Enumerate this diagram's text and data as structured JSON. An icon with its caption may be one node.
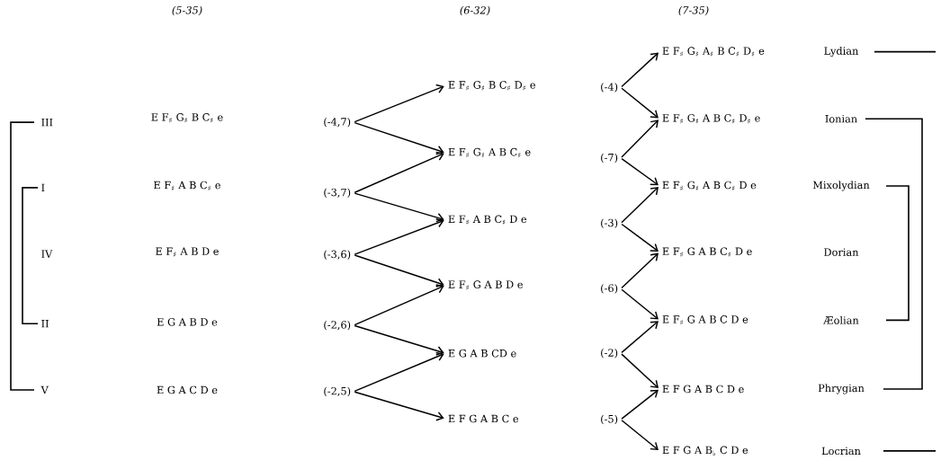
{
  "diagram": {
    "nodes": [
      {
        "text": [
          "(-4,7)"
        ]
      },
      {
        "text": [
          "(-3,7)"
        ]
      },
      {
        "text": [
          "(-3,6)"
        ]
      },
      {
        "text": [
          "(-2,6)"
        ]
      },
      {
        "text": [
          "(-2,5)"
        ]
      },
      {
        "text": [
          "E F$_{♯}$ G$_{♯}$ B C$_{♯}$ D$_{♯}$ e"
        ]
      },
      {
        "text": [
          "E F$_{♯}$ G$_{♯}$ A B C$_{♯}$ e"
        ]
      },
      {
        "text": [
          "E F$_{♯}$ A B C$_{♯}$ D e"
        ]
      },
      {
        "text": [
          "E F$_{♯}$ G A B D e"
        ]
      },
      {
        "text": [
          "E G A B CD e"
        ]
      },
      {
        "text": [
          "E F G A B C e"
        ]
      },
      {
        "text": [
          "(-4)"
        ]
      },
      {
        "text": [
          "(-7)"
        ]
      },
      {
        "text": [
          "(-3)"
        ]
      },
      {
        "text": [
          "(-6)"
        ]
      },
      {
        "text": [
          "(-2)"
        ]
      },
      {
        "text": [
          "(-5)"
        ]
      },
      {
        "text": [
          "E F$_{♯}$ G$_{♯}$ A$_{♯}$ B C$_{♯}$ D$_{♯}$ e"
        ]
      },
      {
        "text": [
          "E F$_{♯}$ G$_{♯}$ A B C$_{♯}$ D$_{♯}$ e"
        ]
      },
      {
        "text": [
          "E F$_{♯}$ G$_{♯}$ A B C$_{♯}$ D e"
        ]
      },
      {
        "text": [
          "E F$_{♯}$ G A B C$_{♯}$ D e"
        ]
      },
      {
        "text": [
          "E F$_{♯}$ G A B C D e"
        ]
      },
      {
        "text": [
          "E F G A B C D e"
        ]
      },
      {
        "text": [
          "E F G A B$_{♭}$ C D e"
        ]
      }
    ],
    "edges": [
      {
        "from": 0,
        "to": 5,
        "arrow": "to"
      },
      {
        "from": 0,
        "to": 6,
        "arrow": "to"
      },
      {
        "from": 1,
        "to": 6,
        "arrow": "to"
      },
      {
        "from": 1,
        "to": 7,
        "arrow": "to"
      },
      {
        "from": 2,
        "to": 7,
        "arrow": "to"
      },
      {
        "from": 2,
        "to": 8,
        "arrow": "to"
      },
      {
        "from": 3,
        "to": 8,
        "arrow": "to"
      },
      {
        "from": 3,
        "to": 9,
        "arrow": "to"
      },
      {
        "from": 4,
        "to": 9,
        "arrow": "to"
      },
      {
        "from": 4,
        "to": 10,
        "arrow": "to"
      },
      {
        "from": 11,
        "to": 17,
        "arrow": "to"
      },
      {
        "from": 11,
        "to": 18,
        "arrow": "to"
      },
      {
        "from": 12,
        "to": 18,
        "arrow": "to"
      },
      {
        "from": 12,
        "to": 19,
        "arrow": "to"
      },
      {
        "from": 13,
        "to": 19,
        "arrow": "to"
      },
      {
        "from": 13,
        "to": 20,
        "arrow": "to"
      },
      {
        "from": 14,
        "to": 20,
        "arrow": "to"
      },
      {
        "from": 14,
        "to": 21,
        "arrow": "to"
      },
      {
        "from": 15,
        "to": 21,
        "arrow": "to"
      },
      {
        "from": 15,
        "to": 22,
        "arrow": "to"
      },
      {
        "from": 16,
        "to": 22,
        "arrow": "to"
      },
      {
        "from": 16,
        "to": 23,
        "arrow": "to"
      }
    ],
    "labels": [
      "(5-35)",
      "(6-32)",
      "(7-35)",
      "III",
      "I",
      "IV",
      "II",
      "V",
      "E F$_{♯}$ G$_{♯}$ B C$_{♯}$ e",
      "E F$_{♯}$ A B C$_{♯}$ e",
      "E F$_{♯}$ A B D e",
      "E G A B D e",
      "E G A C D e",
      "Lydian",
      "Ionian",
      "Mixolydian",
      "Dorian",
      "Æolian",
      "Phrygian",
      "Locrian"
    ]
  }
}
